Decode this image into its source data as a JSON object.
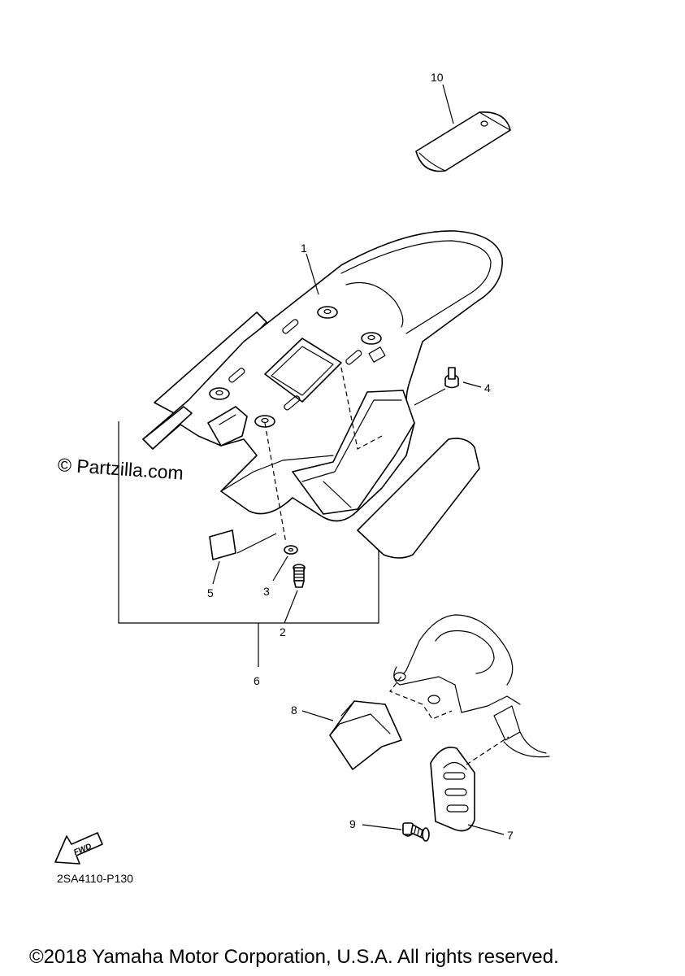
{
  "watermark": "© Partzilla.com",
  "diagram_code": "2SA4110-P130",
  "fwd_label": "FWD",
  "copyright": "©2018 Yamaha Motor Corporation, U.S.A. All rights reserved.",
  "callouts": {
    "c1": "1",
    "c2": "2",
    "c3": "3",
    "c4": "4",
    "c5": "5",
    "c6": "6",
    "c7": "7",
    "c8": "8",
    "c9": "9",
    "c10": "10"
  }
}
